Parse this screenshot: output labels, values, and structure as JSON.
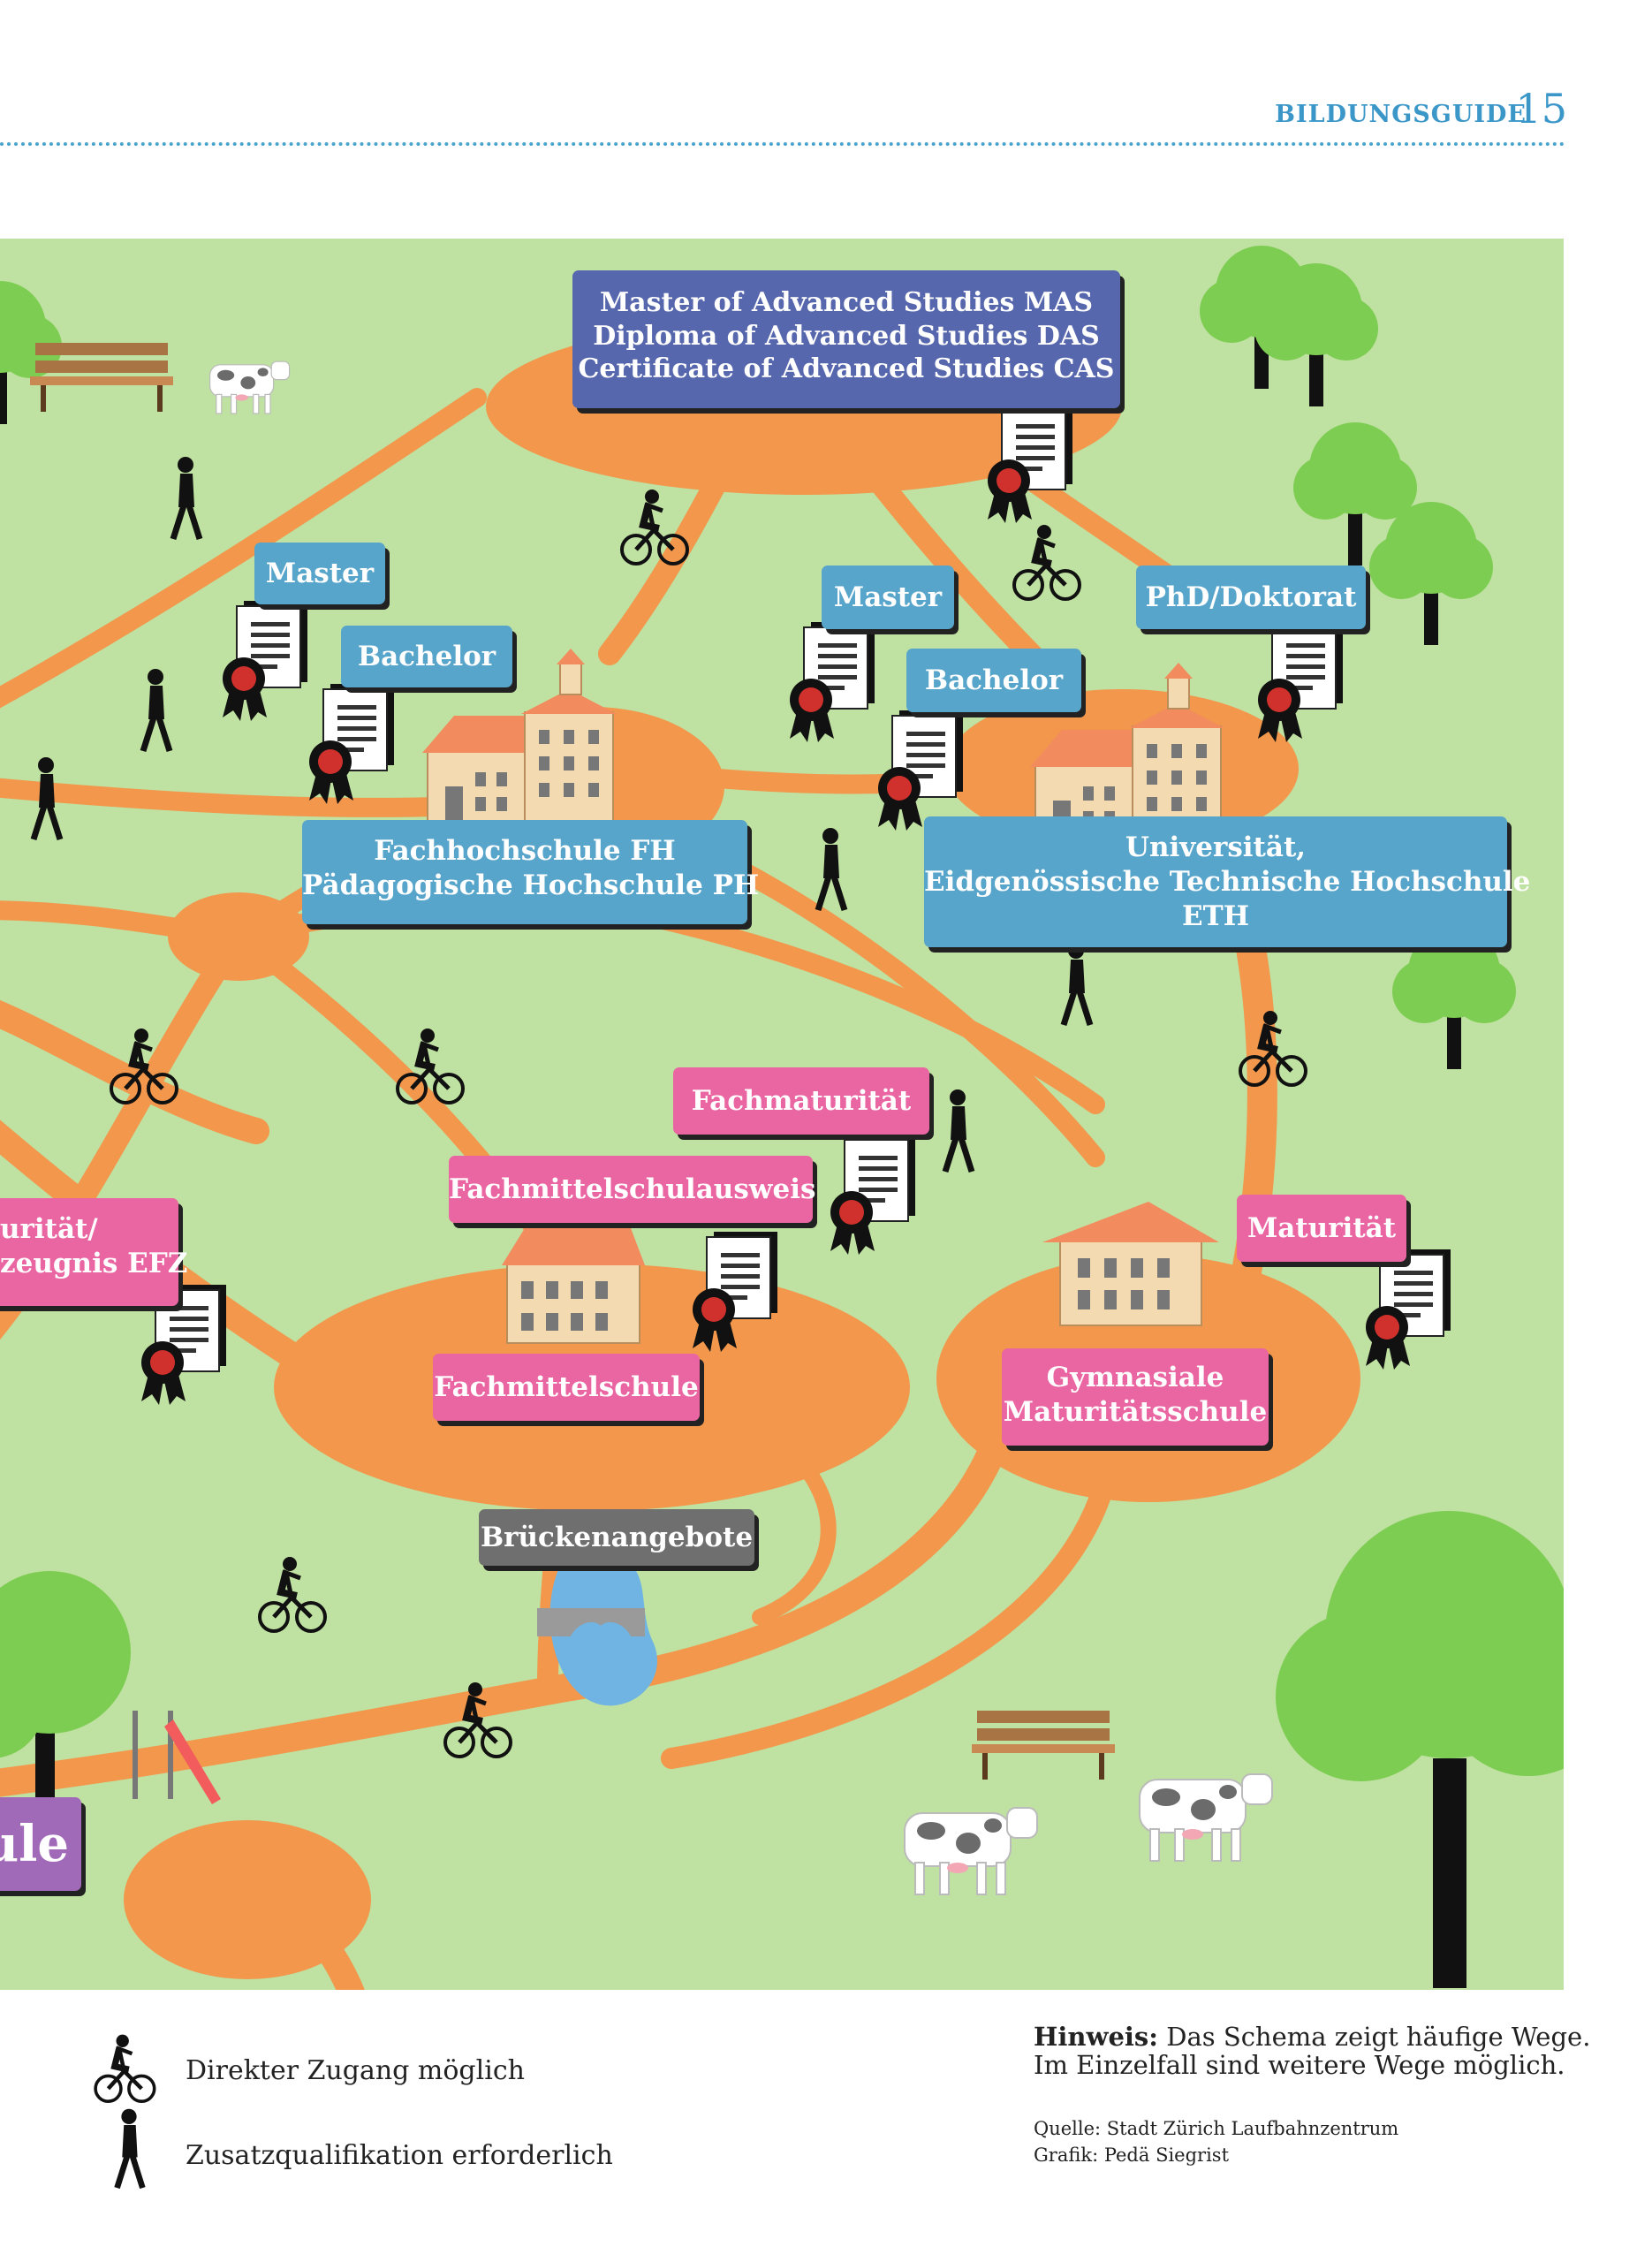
{
  "header": {
    "title": "BILDUNGSGUIDE",
    "page_number": "15"
  },
  "labels": {
    "mas": [
      "Master of Advanced Studies MAS",
      "Diploma of Advanced Studies DAS",
      "Certificate of Advanced Studies CAS"
    ],
    "fh_master": "Master",
    "fh_bachelor": "Bachelor",
    "uni_master": "Master",
    "uni_bachelor": "Bachelor",
    "phd": "PhD/Doktorat",
    "fh": [
      "Fachhochschule FH",
      "Pädagogische Hochschule PH"
    ],
    "uni": [
      "Universität,",
      "Eidgenössische Technische Hochschule",
      "ETH"
    ],
    "fachmaturitaet": "Fachmaturität",
    "fachmittelschulausweis": "Fachmittelschulausweis",
    "berufsmaturitaet_partial": [
      "urität/",
      "zeugnis EFZ"
    ],
    "fachmittelschule": "Fachmittelschule",
    "maturitaet": "Maturität",
    "gymnasiale": [
      "Gymnasiale",
      "Maturitätsschule"
    ],
    "brueckenangebote": "Brückenangebote",
    "volksschule_partial": "ule"
  },
  "legend": {
    "direct": "Direkter Zugang möglich",
    "extra": "Zusatzqualifikation erforderlich"
  },
  "note": {
    "bold": "Hinweis:",
    "line1": "Das Schema zeigt häufige Wege.",
    "line2": "Im Einzelfall sind weitere Wege möglich.",
    "source": "Quelle: Stadt Zürich Laufbahnzentrum",
    "graphic": "Grafik: Pedä Siegrist"
  },
  "colors": {
    "grass": "#bfe1a1",
    "path": "#f2974c",
    "label_blue": "#58a5cb",
    "label_purple": "#5767ad",
    "label_pink": "#ea66a2",
    "label_grey": "#6f6f6f",
    "header_blue": "#3c97c9"
  }
}
